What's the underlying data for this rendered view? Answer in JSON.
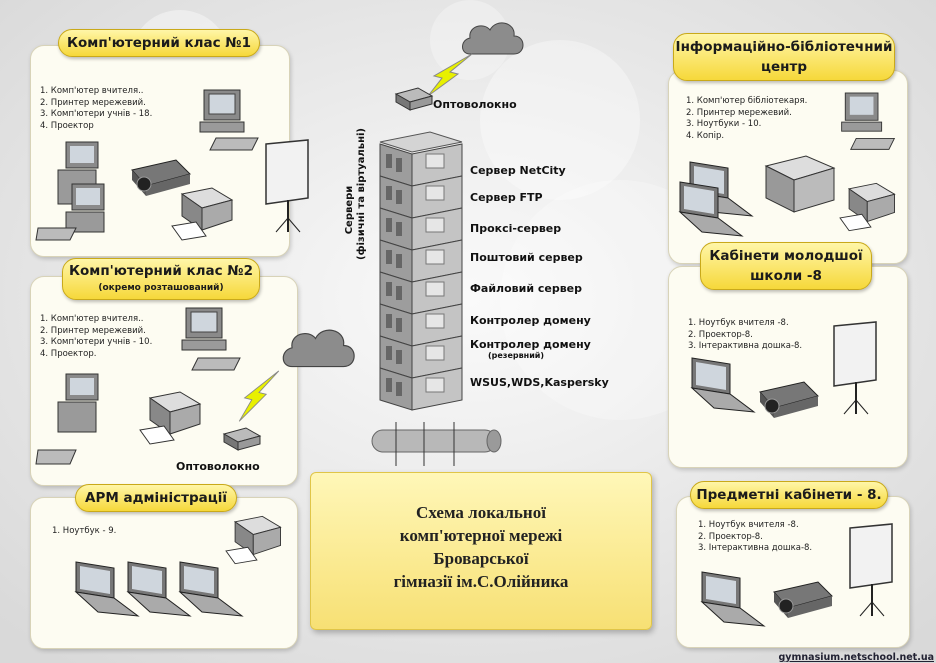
{
  "comp_class_1": {
    "title": "Комп'ютерний клас №1",
    "items": [
      "1. Комп'ютер вчителя..",
      "2. Принтер мережевий.",
      "3. Комп'ютери учнів - 18.",
      "4. Проектор"
    ]
  },
  "comp_class_2": {
    "title": "Комп'ютерний клас №2",
    "subtitle": "(окремо розташований)",
    "items": [
      "1. Комп'ютер вчителя..",
      "2. Принтер мережевий.",
      "3. Комп'ютери учнів - 10.",
      "4. Проектор."
    ]
  },
  "arm_admin": {
    "title": "АРМ адміністрації",
    "items": [
      "1. Ноутбук - 9."
    ]
  },
  "library": {
    "title_line1": "Інформаційно-бібліотечний",
    "title_line2": "центр",
    "items": [
      "1. Комп'ютер бібліотекаря.",
      "2. Принтер мережевий.",
      "3. Ноутбуки - 10.",
      "4. Копір."
    ]
  },
  "junior_school": {
    "title_line1": "Кабінети молодшої",
    "title_line2": "школи -8",
    "items": [
      "1. Ноутбук вчителя -8.",
      "2. Проектор-8.",
      "3. Інтерактивна дошка-8."
    ]
  },
  "subject_rooms": {
    "title": "Предметні кабінети - 8.",
    "items": [
      "1. Ноутбук вчителя -8.",
      "2. Проектор-8.",
      "3. Інтерактивна дошка-8."
    ]
  },
  "optic_top": "Оптоволокно",
  "optic_left": "Оптоволокно",
  "servers_vertical": {
    "line1": "Сервери",
    "line2": "(фізичні та віртуальні)"
  },
  "servers": [
    {
      "label": "Сервер NetCity",
      "note": ""
    },
    {
      "label": "Сервер FTP",
      "note": ""
    },
    {
      "label": "Проксі-сервер",
      "note": ""
    },
    {
      "label": "Поштовий сервер",
      "note": ""
    },
    {
      "label": "Файловий сервер",
      "note": ""
    },
    {
      "label": "Контролер домену",
      "note": ""
    },
    {
      "label": "Контролер домену",
      "note": "(резервний)"
    },
    {
      "label": "WSUS,WDS,Kaspersky",
      "note": ""
    }
  ],
  "center_box": {
    "line1": "Схема локальної",
    "line2": "комп'ютерної мережі",
    "line3": "Броварської",
    "line4": "гімназії ім.С.Олійника"
  },
  "footer_url": "gymnasium.netschool.net.ua",
  "colors": {
    "title_yellow": "#f6d83a",
    "panel_bg": "#fdfcf2",
    "center_bg": "#f7e074",
    "bolt": "#e8f000"
  }
}
